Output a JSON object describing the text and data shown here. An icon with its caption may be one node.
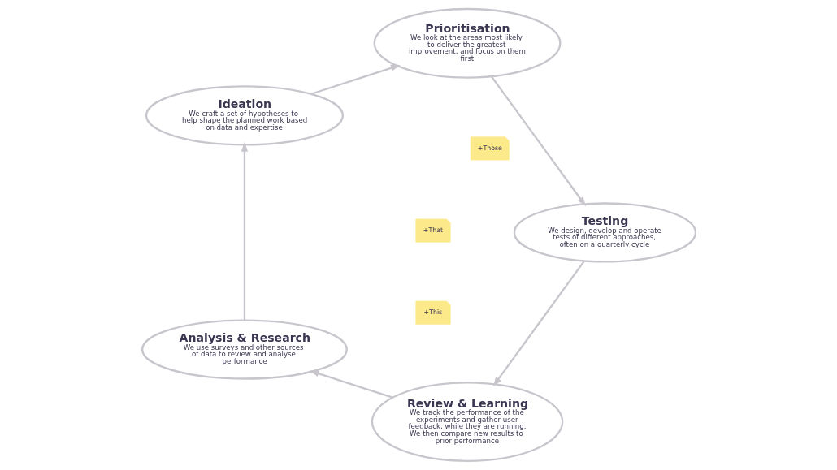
{
  "diagram": {
    "nodes": [
      {
        "text": [
          "Review & Learning",
          "We track the performance of the experiments and gather user feedback, while they are running. We then compare new results to prior performance"
        ]
      },
      {
        "text": [
          "Analysis & Research",
          "We use surveys and other sources of data to review and analyse performance"
        ]
      },
      {
        "text": [
          "Testing",
          "We design, develop and operate tests of different approaches, often on a quarterly cycle"
        ]
      },
      {
        "text": [
          "Ideation",
          "We craft a set of hypotheses to help shape the planned work based on data and expertise"
        ]
      },
      {
        "text": [
          "Prioritisation",
          "We look at the areas most likely to deliver the greatest improvement, and focus on them first"
        ]
      }
    ],
    "edges": [
      {
        "from": 1,
        "to": 3,
        "arrow": "to"
      },
      {
        "from": 3,
        "to": 4,
        "arrow": "to"
      },
      {
        "from": 4,
        "to": 2,
        "arrow": "to"
      },
      {
        "from": 2,
        "to": 0,
        "arrow": "to"
      },
      {
        "from": 0,
        "to": 1,
        "arrow": "to"
      }
    ],
    "labels": [
      "+That",
      "+This",
      "+Those"
    ]
  }
}
